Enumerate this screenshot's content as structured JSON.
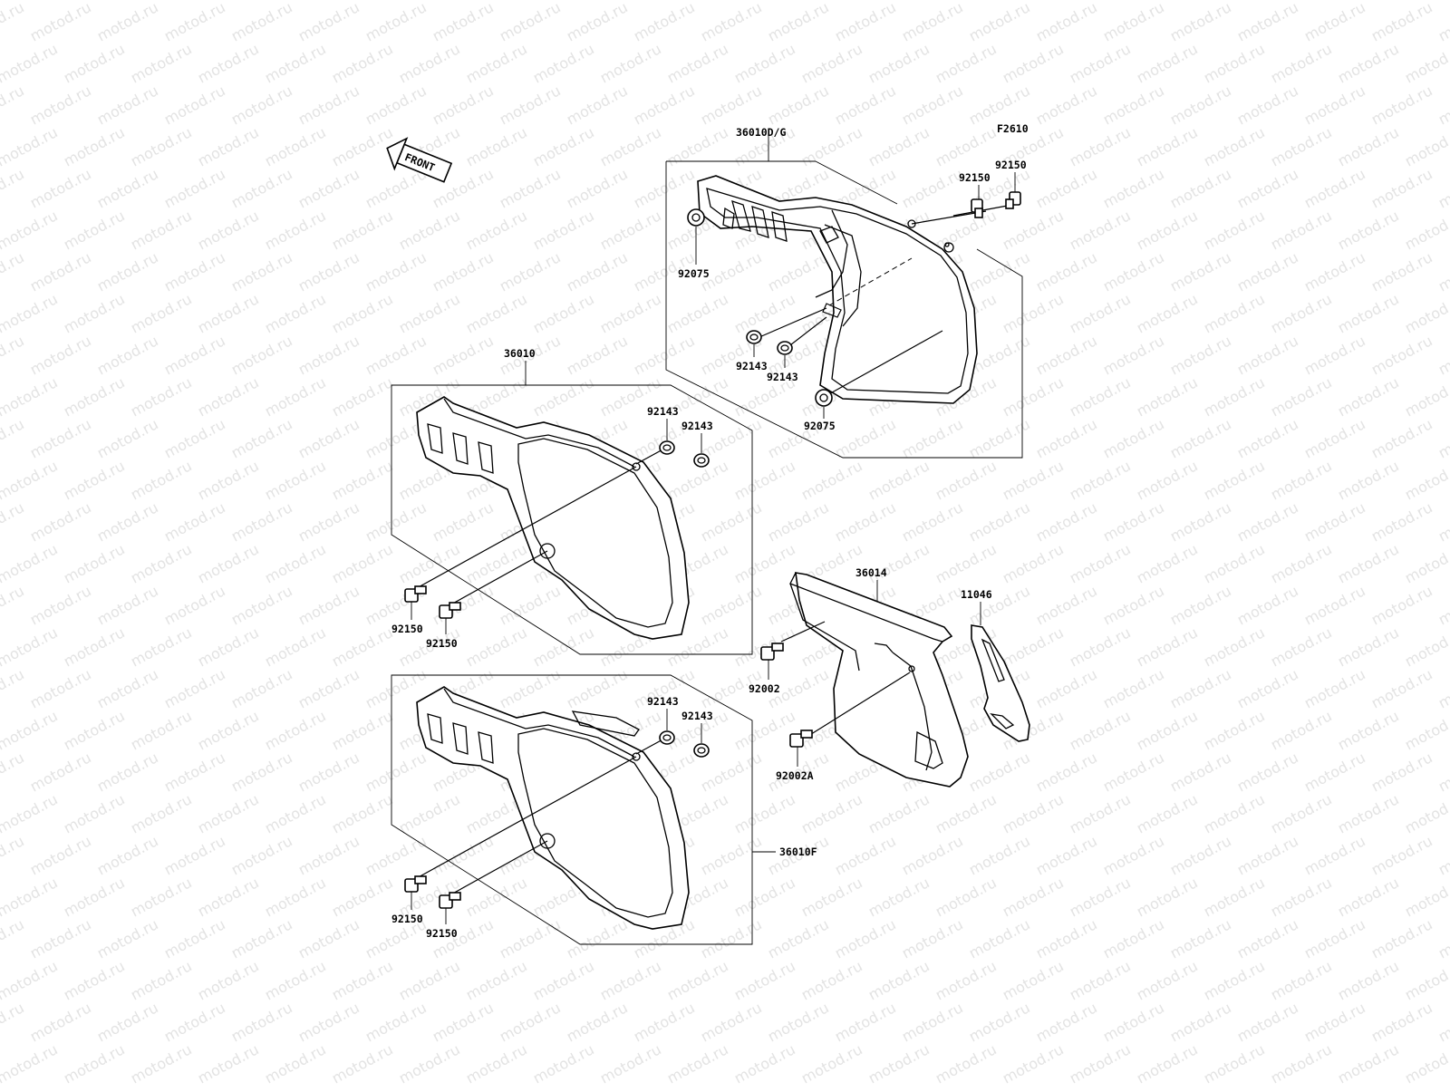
{
  "watermark": {
    "text": "motod.ru"
  },
  "diagram": {
    "code": "F2610",
    "front_label": "FRONT",
    "labels": {
      "upper_cover_set": "36010D/G",
      "upper_bolt_1": "92150",
      "upper_bolt_2": "92150",
      "upper_grommet_top": "92075",
      "upper_washer_1": "92143",
      "upper_washer_2": "92143",
      "upper_grommet_bottom": "92075",
      "middle_cover": "36010",
      "middle_washer_1": "92143",
      "middle_washer_2": "92143",
      "middle_bolt_1": "92150",
      "middle_bolt_2": "92150",
      "lower_cover": "36010F",
      "lower_washer_1": "92143",
      "lower_washer_2": "92143",
      "lower_bolt_1": "92150",
      "lower_bolt_2": "92150",
      "bracket_cover": "36014",
      "bracket_plate": "11046",
      "bracket_bolt_1": "92002",
      "bracket_bolt_2": "92002A"
    }
  }
}
